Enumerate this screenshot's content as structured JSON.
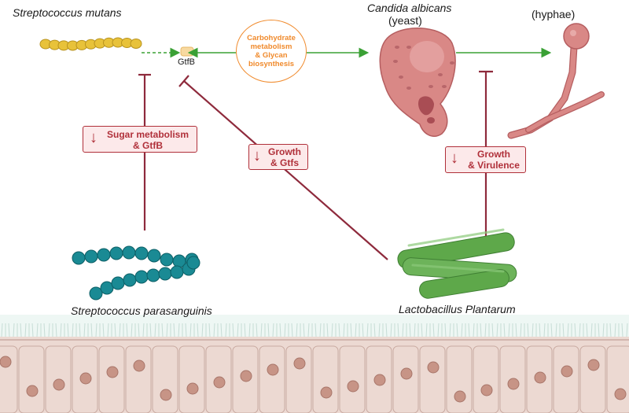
{
  "organisms": {
    "s_mutans": "Streptococcus mutans",
    "c_albicans": "Candida albicans",
    "yeast": "(yeast)",
    "hyphae": "(hyphae)",
    "s_parasanguinis": "Streptococcus parasanguinis",
    "l_plantarum": "Lactobacillus Plantarum"
  },
  "gtfb_label": "GtfB",
  "center_circle": {
    "line1": "Carbohydrate",
    "line2": "metabolism",
    "line3": "& Glycan",
    "line4": "biosynthesis"
  },
  "inhibition_boxes": {
    "sugar": {
      "line1": "Sugar metabolism",
      "line2": "& GtfB",
      "arrow": "↓"
    },
    "growth_gtfs": {
      "line1": "Growth",
      "line2": "& Gtfs",
      "arrow": "↓"
    },
    "growth_virulence": {
      "line1": "Growth",
      "line2": "& Virulence",
      "arrow": "↓"
    }
  },
  "colors": {
    "inhibit": "#8e2a3c",
    "promote": "#3aa035",
    "circle": "#f08a2c",
    "s_mutans_cells": "#e8c23a",
    "s_parasanguinis_cells": "#1a8a94",
    "lactobacillus": "#5ea84a",
    "candida": "#d98886",
    "epithelium": "#ecd9d2"
  }
}
